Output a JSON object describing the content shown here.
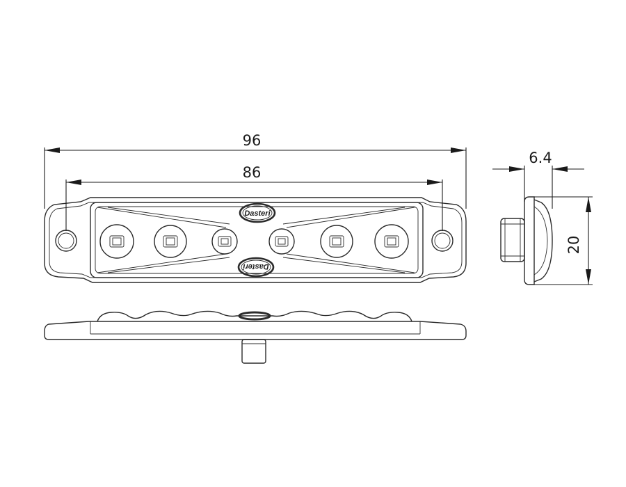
{
  "dimensions": {
    "overall_length": "96",
    "hole_spacing": "86",
    "depth": "6.4",
    "height": "20"
  },
  "logo": {
    "brand": "Dasteri"
  },
  "colors": {
    "line": "#2b2b2b",
    "background": "#ffffff"
  }
}
